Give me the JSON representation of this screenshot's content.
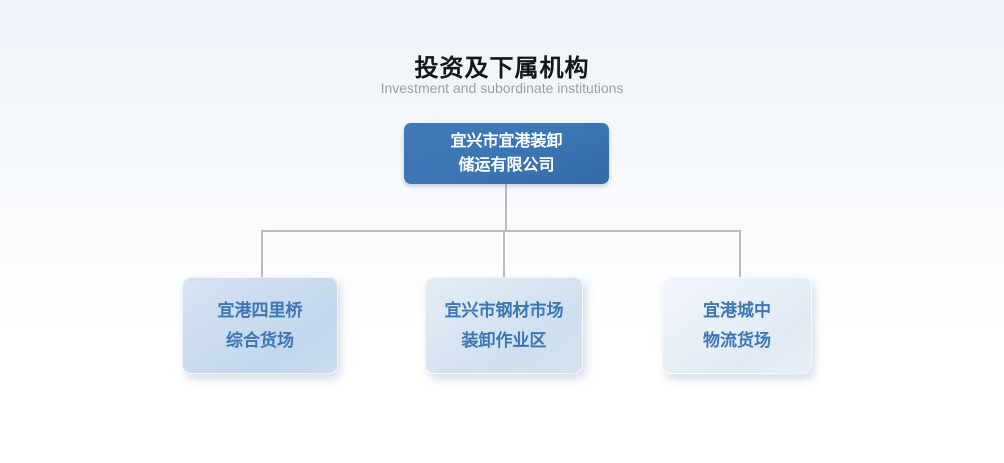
{
  "header": {
    "title": "投资及下属机构",
    "subtitle": "Investment and subordinate institutions"
  },
  "org_chart": {
    "type": "org-tree",
    "root": {
      "label": "宜兴市宜港装卸\n储运有限公司"
    },
    "children": [
      {
        "label": "宜港四里桥\n综合货场"
      },
      {
        "label": "宜兴市钢材市场\n装卸作业区"
      },
      {
        "label": "宜港城中\n物流货场"
      }
    ]
  },
  "colors": {
    "root_box": "#3b75b4",
    "child_text": "#3c76b5",
    "connector": "#babdbf",
    "title_text": "#161616",
    "subtitle_text": "#9e9e9e"
  }
}
